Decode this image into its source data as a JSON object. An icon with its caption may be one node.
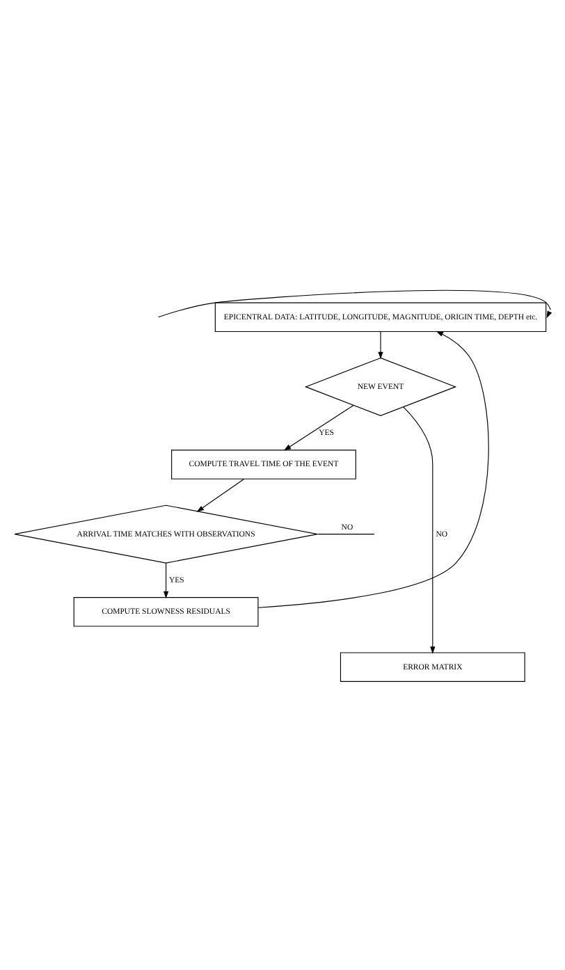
{
  "diagram": {
    "nodes": [
      {
        "text": [
          "EPICENTRAL DATA: LATITUDE, LONGITUDE, MAGNITUDE, ORIGIN TIME, DEPTH etc."
        ]
      },
      {
        "text": [
          "NEW EVENT"
        ]
      },
      {
        "text": [
          "COMPUTE TRAVEL TIME OF THE EVENT"
        ]
      },
      {
        "text": [
          "ARRIVAL TIME MATCHES WITH OBSERVATIONS"
        ]
      },
      {
        "text": [
          "COMPUTE SLOWNESS RESIDUALS"
        ]
      },
      {
        "text": [
          "ERROR MATRIX"
        ]
      }
    ],
    "edges": [
      {
        "from": 0,
        "to": 1,
        "arrow": "to"
      },
      {
        "from": 1,
        "to": 2,
        "arrow": "to",
        "label": "YES"
      },
      {
        "from": 2,
        "to": 3,
        "arrow": "to"
      },
      {
        "from": 3,
        "to": 4,
        "arrow": "to",
        "label": "YES"
      },
      {
        "from": 4,
        "to": 0,
        "arrow": "to"
      },
      {
        "from": 1,
        "to": 5,
        "arrow": "to",
        "label": "NO"
      },
      {
        "from": 3,
        "to": null,
        "arrow": "none",
        "label": "NO"
      },
      {
        "from": null,
        "to": 0,
        "arrow": "to"
      }
    ]
  }
}
